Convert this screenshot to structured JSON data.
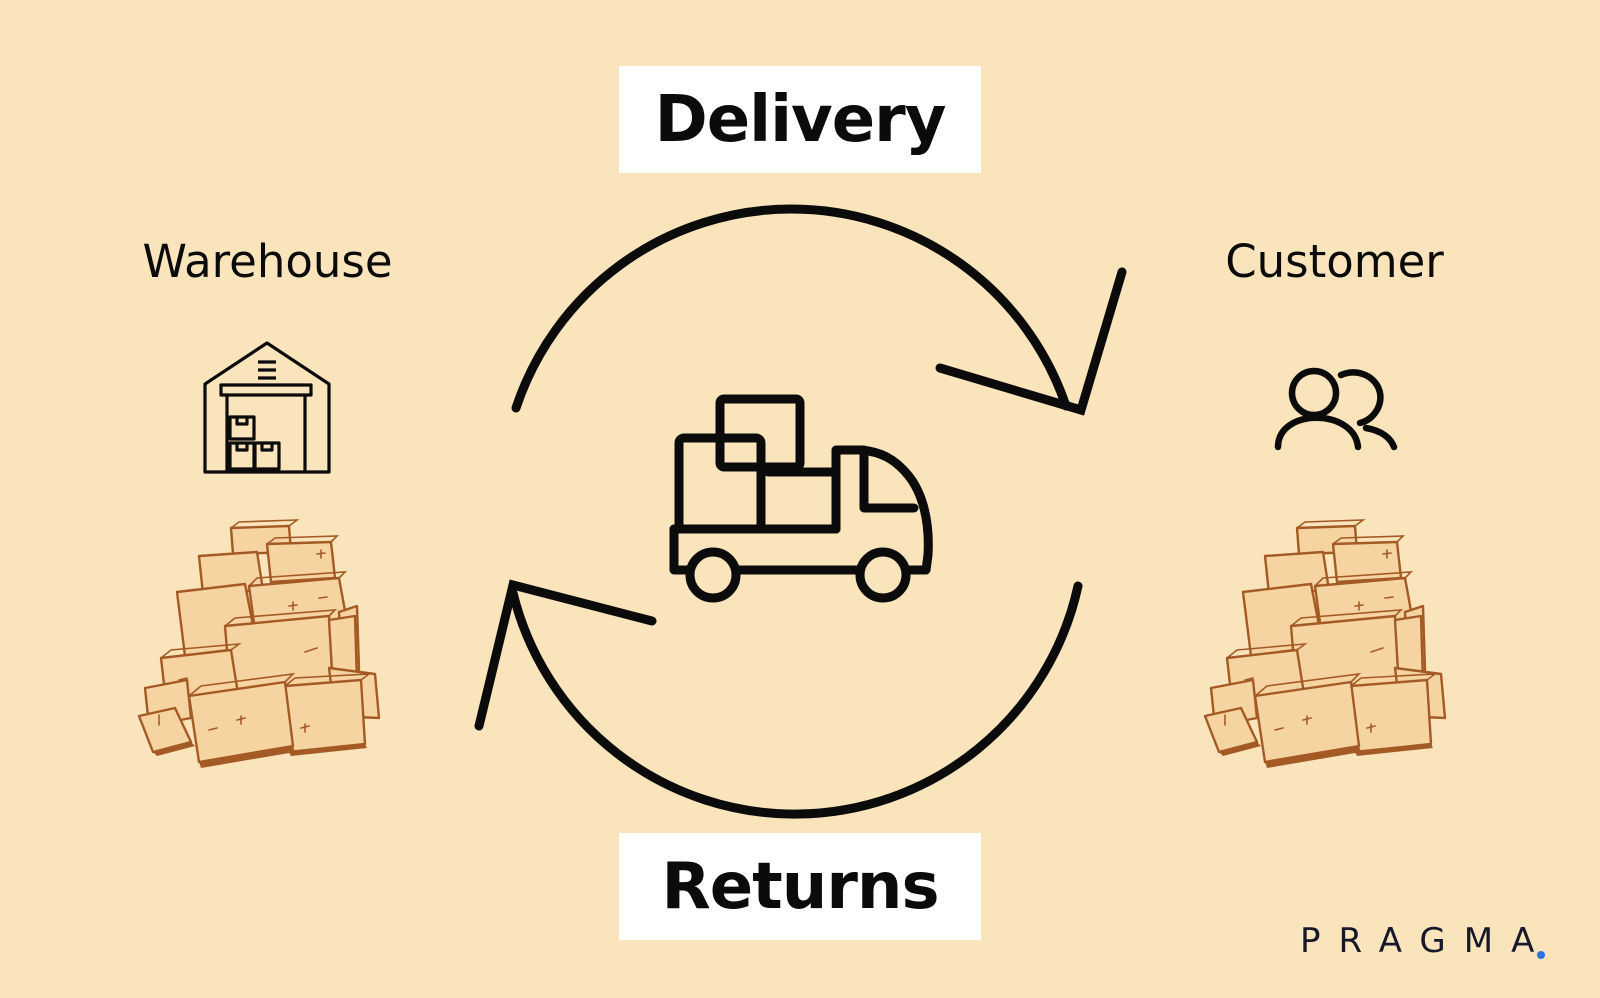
{
  "diagram": {
    "delivery_label": "Delivery",
    "returns_label": "Returns",
    "warehouse_label": "Warehouse",
    "customer_label": "Customer"
  },
  "brand": {
    "name": "PRAGMA",
    "dot_color": "#2f6fe4"
  },
  "colors": {
    "background": "#f9e4bb",
    "label_box": "#ffffff",
    "stroke": "#0b0b0b",
    "box_fill": "#f5d4a1",
    "box_stroke": "#a45a25"
  },
  "icons": {
    "center": "delivery-truck-icon",
    "warehouse": "warehouse-icon",
    "customer": "users-icon",
    "box_piles": "box-pile-illustration"
  }
}
